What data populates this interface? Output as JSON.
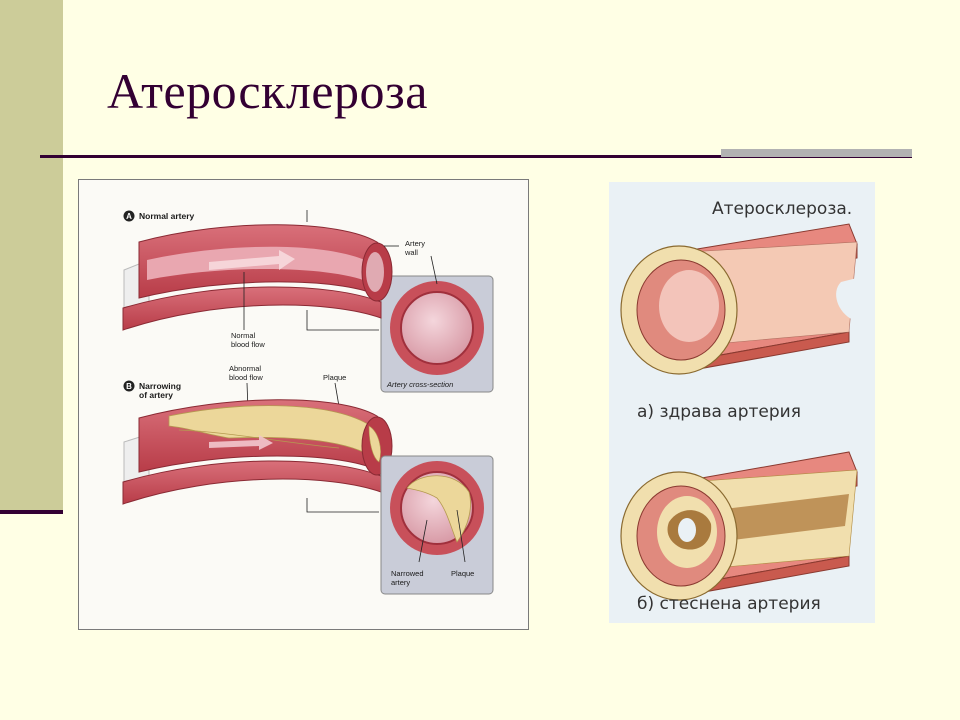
{
  "slide": {
    "title": "Атеросклероза"
  },
  "left_figure": {
    "panel_a": {
      "badge": "A",
      "title": "Normal artery",
      "artery_wall_line1": "Artery",
      "artery_wall_line2": "wall",
      "normal_flow_line1": "Normal",
      "normal_flow_line2": "blood flow",
      "cross_section": "Artery cross-section"
    },
    "panel_b": {
      "badge": "B",
      "title_line1": "Narrowing",
      "title_line2": "of artery",
      "abnormal_flow_line1": "Abnormal",
      "abnormal_flow_line2": "blood flow",
      "plaque": "Plaque",
      "narrowed_line1": "Narrowed",
      "narrowed_line2": "artery",
      "plaque_cross": "Plaque"
    }
  },
  "right_figure": {
    "title": "Атеросклероза.",
    "caption_a": "а) здрава артерия",
    "caption_b": "б) стеснена артерия"
  },
  "colors": {
    "background": "#ffffe5",
    "accent_bar": "#cccc99",
    "title_text": "#330033",
    "rule_accent": "#b2b2b2",
    "artery_wall": "#c8505a",
    "plaque": "#ecd79a"
  }
}
